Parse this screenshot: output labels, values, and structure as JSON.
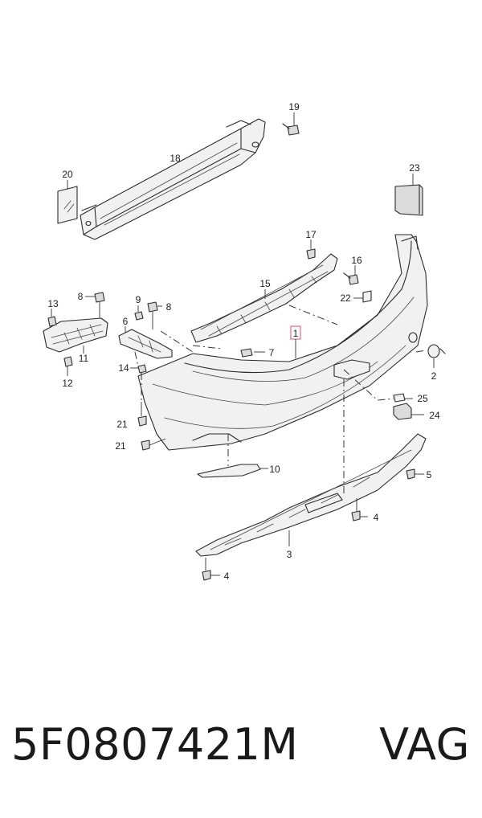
{
  "callouts": {
    "c1": "1",
    "c2": "2",
    "c3": "3",
    "c4a": "4",
    "c4b": "4",
    "c5": "5",
    "c6": "6",
    "c7": "7",
    "c8a": "8",
    "c8b": "8",
    "c9": "9",
    "c10": "10",
    "c11": "11",
    "c12": "12",
    "c13": "13",
    "c14": "14",
    "c15": "15",
    "c16": "16",
    "c17": "17",
    "c18": "18",
    "c19": "19",
    "c20": "20",
    "c21a": "21",
    "c21b": "21",
    "c22": "22",
    "c23": "23",
    "c24": "24",
    "c25": "25"
  },
  "caption": {
    "part_number": "5F0807421M",
    "brand": "VAG"
  },
  "colors": {
    "line": "#2b2b2b",
    "highlight_box": "#e0707a",
    "part_fill": "#f1f1f1"
  }
}
